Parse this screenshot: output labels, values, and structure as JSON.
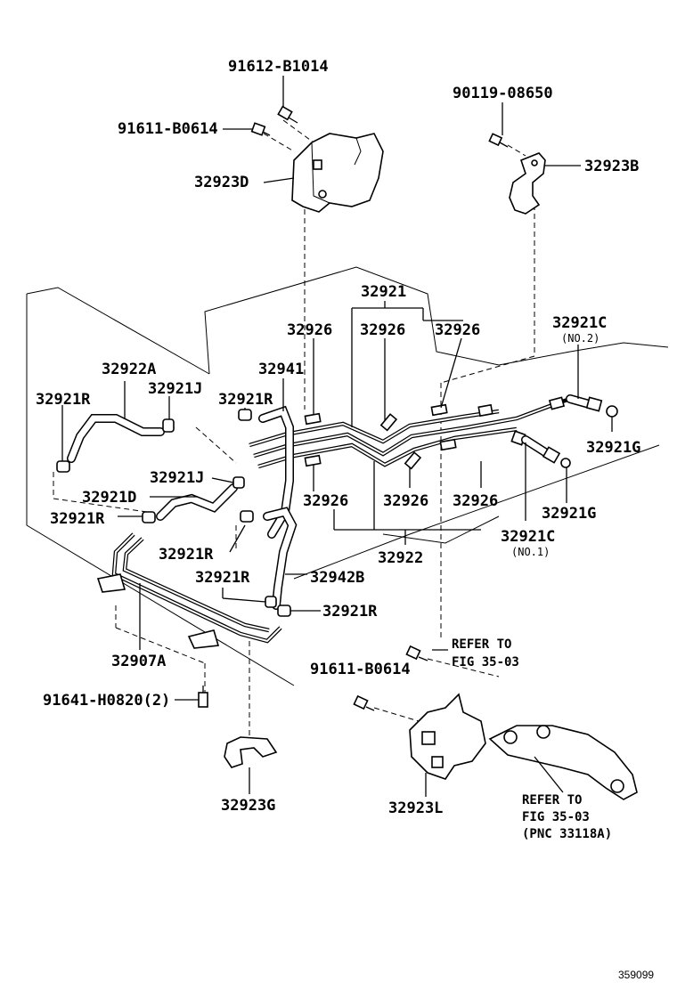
{
  "labels": {
    "p91612_B1014": "91612-B1014",
    "p91611_B0614_top": "91611-B0614",
    "p32923D": "32923D",
    "p90119_08650": "90119-08650",
    "p32923B": "32923B",
    "p32921": "32921",
    "p32926_a": "32926",
    "p32926_b": "32926",
    "p32926_c": "32926",
    "p32921C_no2": "32921C",
    "no2": "(NO.2)",
    "p32922A": "32922A",
    "p32941": "32941",
    "p32921R_a": "32921R",
    "p32921J_a": "32921J",
    "p32921R_b": "32921R",
    "p32921G_a": "32921G",
    "p32921J_b": "32921J",
    "p32921D": "32921D",
    "p32926_d": "32926",
    "p32926_e": "32926",
    "p32926_f": "32926",
    "p32921R_c": "32921R",
    "p32921G_b": "32921G",
    "p32921C_no1": "32921C",
    "no1": "(NO.1)",
    "p32921R_d": "32921R",
    "p32922": "32922",
    "p32921R_e": "32921R",
    "p32942B": "32942B",
    "p32921R_f": "32921R",
    "p32907A": "32907A",
    "refer_to_1": "REFER TO",
    "fig_1": "FIG 35-03",
    "p91611_B0614_bottom": "91611-B0614",
    "p91641_H0820": "91641-H0820(2)",
    "p32923G": "32923G",
    "p32923L": "32923L",
    "refer_to_2": "REFER TO",
    "fig_2": "FIG 35-03",
    "pnc": "(PNC 33118A)",
    "figure_number": "359099"
  }
}
